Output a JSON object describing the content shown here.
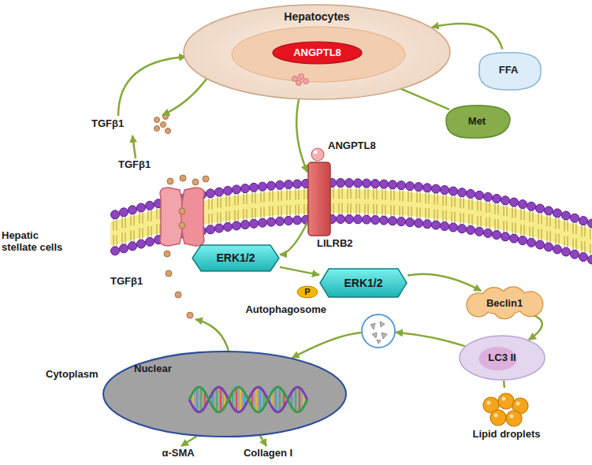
{
  "diagram": {
    "nodes": [
      {
        "text": [
          "Hepatocytes"
        ]
      },
      {
        "text": [
          "ANGPTL8"
        ],
        "in": 0
      },
      {
        "text": [
          "FFA"
        ]
      },
      {
        "text": [
          "Met"
        ]
      },
      {
        "text": [
          "LILRB2"
        ]
      },
      {
        "text": [
          "ERK1/2"
        ]
      },
      {
        "text": [
          "P"
        ]
      },
      {
        "text": [
          "ERK1/2"
        ]
      },
      {
        "text": [
          "Autophagosome"
        ]
      },
      {
        "text": [
          "Beclin1"
        ]
      },
      {
        "text": [
          "LC3 II"
        ]
      },
      {
        "text": [
          "Nuclear"
        ]
      },
      {
        "text": [
          "Lipid droplets"
        ]
      }
    ],
    "edges": [
      {
        "from": 2,
        "to": 0,
        "arrow": "to"
      },
      {
        "from": 3,
        "to": 1,
        "arrow": "none"
      },
      {
        "from": 1,
        "to": 4,
        "arrow": "to"
      },
      {
        "from": 4,
        "to": 5,
        "arrow": "to"
      },
      {
        "from": 5,
        "to": 7,
        "arrow": "to"
      },
      {
        "from": 7,
        "to": 9,
        "arrow": "to"
      },
      {
        "from": 9,
        "to": 10,
        "arrow": "to"
      },
      {
        "from": 10,
        "to": 8,
        "arrow": "to"
      },
      {
        "from": 10,
        "to": 12,
        "arrow": "none"
      },
      {
        "from": 8,
        "to": 11,
        "arrow": "to"
      }
    ],
    "labels": [
      "TGFβ1",
      "TGFβ1",
      "ANGPTL8",
      "Hepatic stellate cells",
      "TGFβ1",
      "Cytoplasm",
      "α-SMA",
      "Collagen I"
    ]
  }
}
